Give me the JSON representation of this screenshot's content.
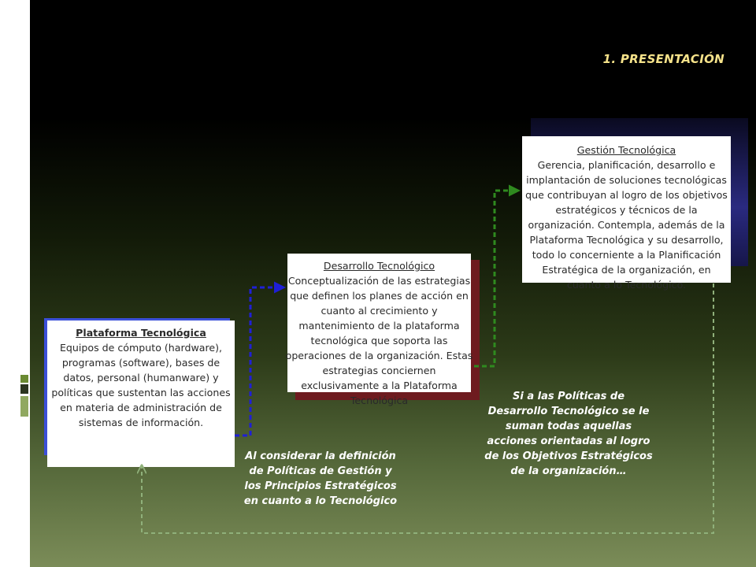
{
  "title": "1. PRESENTACIÓN",
  "boxes": {
    "plataforma": {
      "heading": "Plataforma Tecnológica",
      "body": "Equipos de cómputo (hardware), programas (software), bases de datos, personal (humanware) y políticas que sustentan las acciones en materia de administración de sistemas de información."
    },
    "desarrollo": {
      "heading": "Desarrollo Tecnológico",
      "body": "Conceptualización de las estrategias que definen los planes de acción en cuanto al crecimiento y mantenimiento de la plataforma tecnológica que soporta las operaciones de la organización. Estas estrategias conciernen exclusivamente a la Plataforma Tecnológica"
    },
    "gestion": {
      "heading": "Gestión Tecnológica",
      "body": "Gerencia, planificación, desarrollo e implantación de soluciones tecnológicas que contribuyan al logro de los objetivos estratégicos y técnicos de la organización. Contempla, además de la Plataforma Tecnológica y su desarrollo, todo lo concerniente a la Planificación Estratégica de la organización, en cuanto a lo Tecnológico."
    }
  },
  "captions": {
    "considerar": "Al considerar la definición de Políticas de Gestión y los Principios Estratégicos en cuanto a lo Tecnológico",
    "suman": "Si a las Políticas de Desarrollo Tecnológico se le suman todas aquellas acciones orientadas al logro de los Objetivos Estratégicos de la organización…"
  },
  "stray_mark": ",",
  "colors": {
    "title": "#f6e38a",
    "arrow_blue": "#1f1fd6",
    "arrow_green": "#2f8a1f",
    "arrow_dashed_return": "#8fb07a",
    "shadow_blue": "#3b4fd9",
    "shadow_red": "#7a1e22",
    "shadow_navy": "#1c1c5a"
  }
}
